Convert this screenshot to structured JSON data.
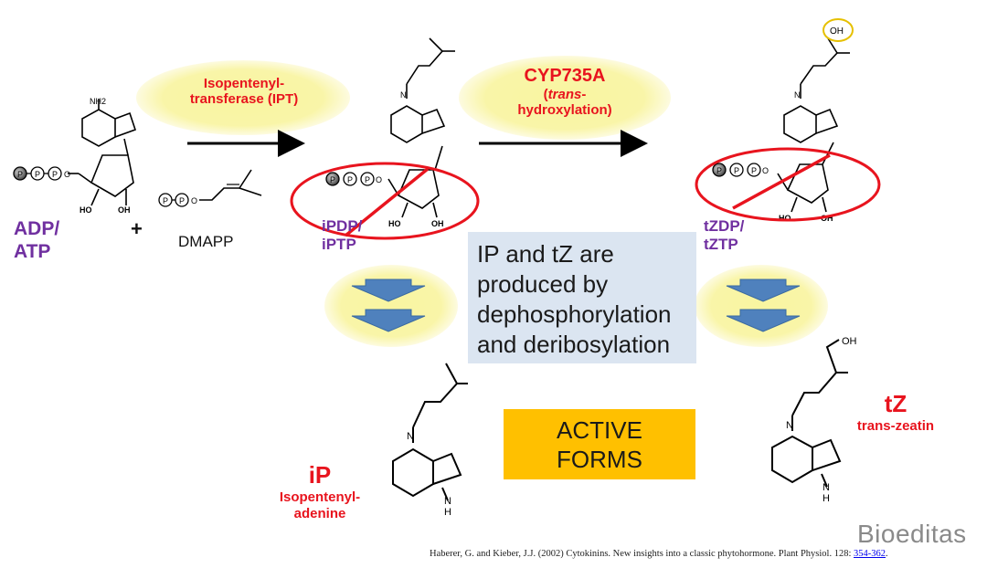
{
  "enzymes": {
    "ipt": {
      "line1": "Isopentenyl-",
      "line2": "transferase (IPT)"
    },
    "cyp": {
      "name": "CYP735A",
      "line2_open": "(",
      "line2_italic": "trans",
      "line2_close": "-",
      "line3": "hydroxylation)"
    }
  },
  "molecules": {
    "adp": {
      "line1": "ADP/",
      "line2": "ATP"
    },
    "plus": "+",
    "dmapp": "DMAPP",
    "ipdp": {
      "line1": "iPDP/",
      "line2": "iPTP"
    },
    "tzdp": {
      "line1": "tZDP/",
      "line2": "tZTP"
    },
    "ip": {
      "symbol": "iP",
      "line1": "Isopentenyl-",
      "line2": "adenine"
    },
    "tz": {
      "symbol": "tZ",
      "name": "trans-zeatin"
    }
  },
  "structure_labels": {
    "nh2": "NH2",
    "n": "N",
    "nh": "N",
    "h": "H",
    "ho": "HO",
    "oh": "OH",
    "p": "P",
    "o": "O"
  },
  "info_box": {
    "text": [
      "IP and tZ are",
      "produced by",
      "dephosphorylation",
      "and deribosylation"
    ]
  },
  "active_box": {
    "line1": "ACTIVE",
    "line2": "FORMS"
  },
  "watermark": "Bioeditas",
  "citation": {
    "text": "Haberer, G. and Kieber, J.J. (2002) Cytokinins. New insights into a classic phytohormone. Plant Physiol. 128: ",
    "link": "354-362",
    "end": "."
  },
  "colors": {
    "red": "#e8141e",
    "purple": "#7030a0",
    "yellow": "#f7f3a3",
    "info_bg": "#dbe5f1",
    "active_bg": "#ffc000",
    "arrow_blue": "#4f81bd"
  }
}
